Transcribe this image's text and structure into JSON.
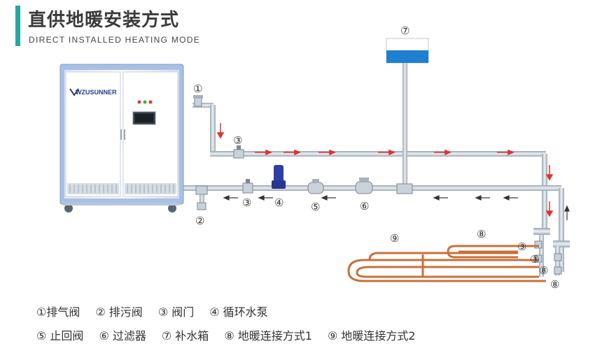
{
  "header": {
    "title": "直供地暖安装方式",
    "subtitle": "DIRECT INSTALLED HEATING MODE"
  },
  "boiler": {
    "logo": "WZUSUNNER"
  },
  "markers": [
    "①",
    "②",
    "③",
    "③",
    "④",
    "⑤",
    "⑥",
    "⑦",
    "⑧",
    "⑨",
    "③",
    "③",
    "⑧",
    "⑧"
  ],
  "legend": {
    "row1": [
      "①排气阀",
      "② 排污阀",
      "③ 阀门",
      "④ 循环水泵"
    ],
    "row2": [
      "⑤ 止回阀",
      "⑥ 过滤器",
      "⑦ 补水箱",
      "⑧ 地暖连接方式1",
      "⑨ 地暖连接方式2"
    ]
  },
  "colors": {
    "accent": "#2aa6a0",
    "pipe": "#b9c2cc",
    "flow_arrow_supply": "#e0322c",
    "flow_arrow_return": "#333333",
    "boiler_frame": "#8fb0de",
    "heating_coil": "#c8703a",
    "pump": "#2c3fa8",
    "tank_water": "#1f7fd0"
  }
}
